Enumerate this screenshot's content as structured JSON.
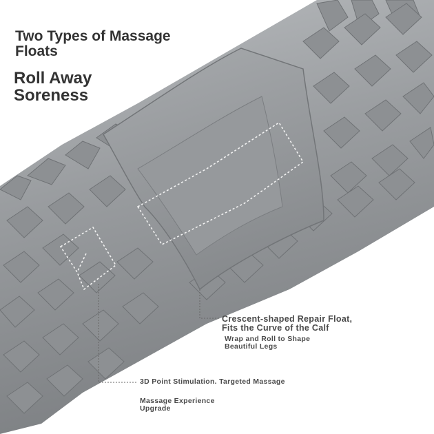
{
  "headline": {
    "line1": "Two Types of Massage\n Floats",
    "line2": "Roll Away\n Soreness"
  },
  "callouts": {
    "crescent": "Crescent-shaped Repair Float,\nFits the Curve of the Calf",
    "wrap": "Wrap and Roll to Shape\n Beautiful Legs",
    "point": "3D Point Stimulation. Targeted Massage",
    "experience": "Massage Experience\n Upgrade"
  },
  "colors": {
    "background": "#ffffff",
    "roller": "#9b9ea1",
    "text": "#3a3a3a",
    "dashes": "#f2f2f2",
    "leader_lines": "#666666"
  }
}
